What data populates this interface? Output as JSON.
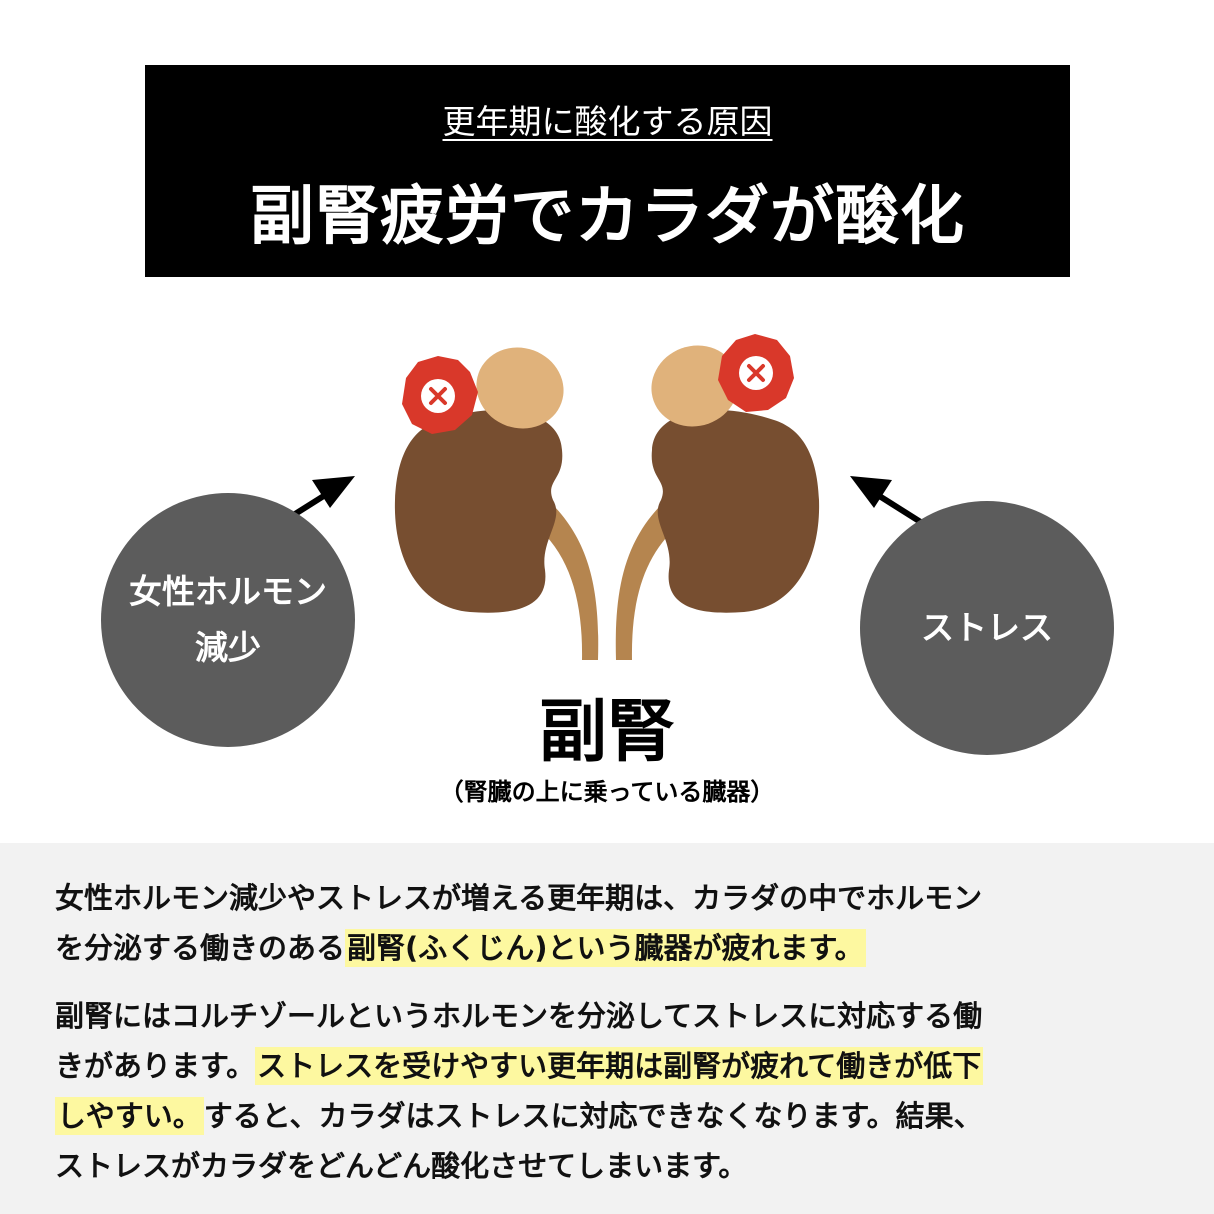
{
  "header": {
    "subtitle": "更年期に酸化する原因",
    "title": "副腎疲労でカラダが酸化"
  },
  "left_circle": {
    "line1": "女性ホルモン",
    "line2": "減少"
  },
  "right_circle": {
    "label": "ストレス"
  },
  "organ": {
    "name": "副腎",
    "caption": "（腎臓の上に乗っている臓器）"
  },
  "colors": {
    "kidney": "#774e30",
    "adrenal": "#e0b27b",
    "ureter": "#b5854f",
    "badge": "#d9382a",
    "circle": "#5c5c5c",
    "highlight": "#fdf8a0",
    "panel": "#f2f2f2"
  },
  "icons": [
    "x-mark-badge-icon",
    "arrow-icon"
  ],
  "paragraphs": [
    {
      "lines": [
        [
          {
            "t": "女性ホルモン減少やストレスが増える更年期は、カラダの中でホルモン",
            "h": false
          }
        ],
        [
          {
            "t": "を分泌する働きのある",
            "h": false
          },
          {
            "t": "副腎(ふくじん)という臓器が疲れます。",
            "h": true
          }
        ]
      ]
    },
    {
      "lines": [
        [
          {
            "t": "副腎にはコルチゾールというホルモンを分泌してストレスに対応する働",
            "h": false
          }
        ],
        [
          {
            "t": "きがあります。",
            "h": false
          },
          {
            "t": "ストレスを受けやすい更年期は副腎が疲れて働きが低下",
            "h": true
          }
        ],
        [
          {
            "t": "しやすい。",
            "h": true
          },
          {
            "t": "すると、カラダはストレスに対応できなくなります。結果、",
            "h": false
          }
        ],
        [
          {
            "t": "ストレスがカラダをどんどん酸化させてしまいます。",
            "h": false
          }
        ]
      ]
    }
  ]
}
